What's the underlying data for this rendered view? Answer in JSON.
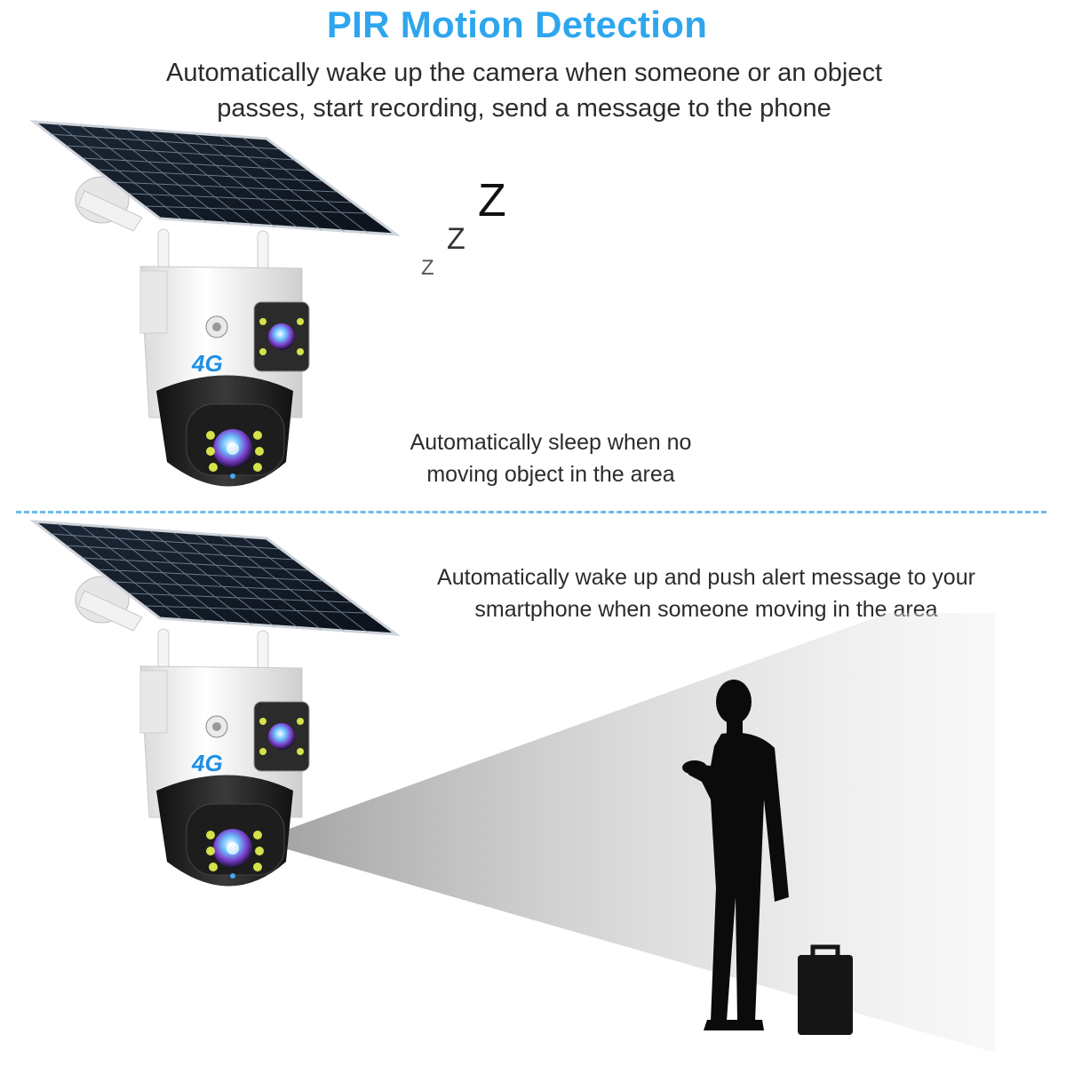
{
  "header": {
    "title": "PIR Motion Detection",
    "subtitle_line1": "Automatically wake up the camera when someone or an object",
    "subtitle_line2": "passes, start recording, send a message to the phone"
  },
  "sleep_section": {
    "z_large": "Z",
    "z_medium": "Z",
    "z_small": "Z",
    "caption_line1": "Automatically sleep when no",
    "caption_line2": "moving object in the area"
  },
  "wake_section": {
    "caption_line1": "Automatically wake up and push alert message to your",
    "caption_line2": "smartphone when someone moving in the area"
  },
  "camera": {
    "badge": "4G"
  },
  "colors": {
    "accent": "#2ea6ee",
    "divider": "#69bde9",
    "text": "#2b2b2b"
  }
}
